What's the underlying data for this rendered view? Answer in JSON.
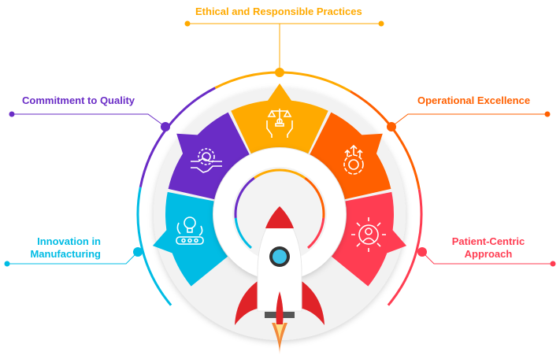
{
  "items": [
    {
      "label": "Innovation in Manufacturing",
      "lines": [
        "Innovation in",
        "Manufacturing"
      ],
      "color": "#00BCE4",
      "icon": "lightbulb-conveyor-icon"
    },
    {
      "label": "Commitment to Quality",
      "lines": [
        "Commitment to Quality"
      ],
      "color": "#6A2CC6",
      "icon": "handshake-gear-icon"
    },
    {
      "label": "Ethical and Responsible Practices",
      "lines": [
        "Ethical and Responsible Practices"
      ],
      "color": "#FFAA00",
      "icon": "scales-hands-icon"
    },
    {
      "label": "Operational Excellence",
      "lines": [
        "Operational Excellence"
      ],
      "color": "#FF6000",
      "icon": "gear-star-arrows-icon"
    },
    {
      "label": "Patient-Centric Approach",
      "lines": [
        "Patient-Centric",
        "Approach"
      ],
      "color": "#FF3D52",
      "icon": "person-focus-icon"
    }
  ],
  "center": {
    "icon": "rocket-icon",
    "rocket_color": "#E02328",
    "window_color": "#3FC3E8"
  }
}
